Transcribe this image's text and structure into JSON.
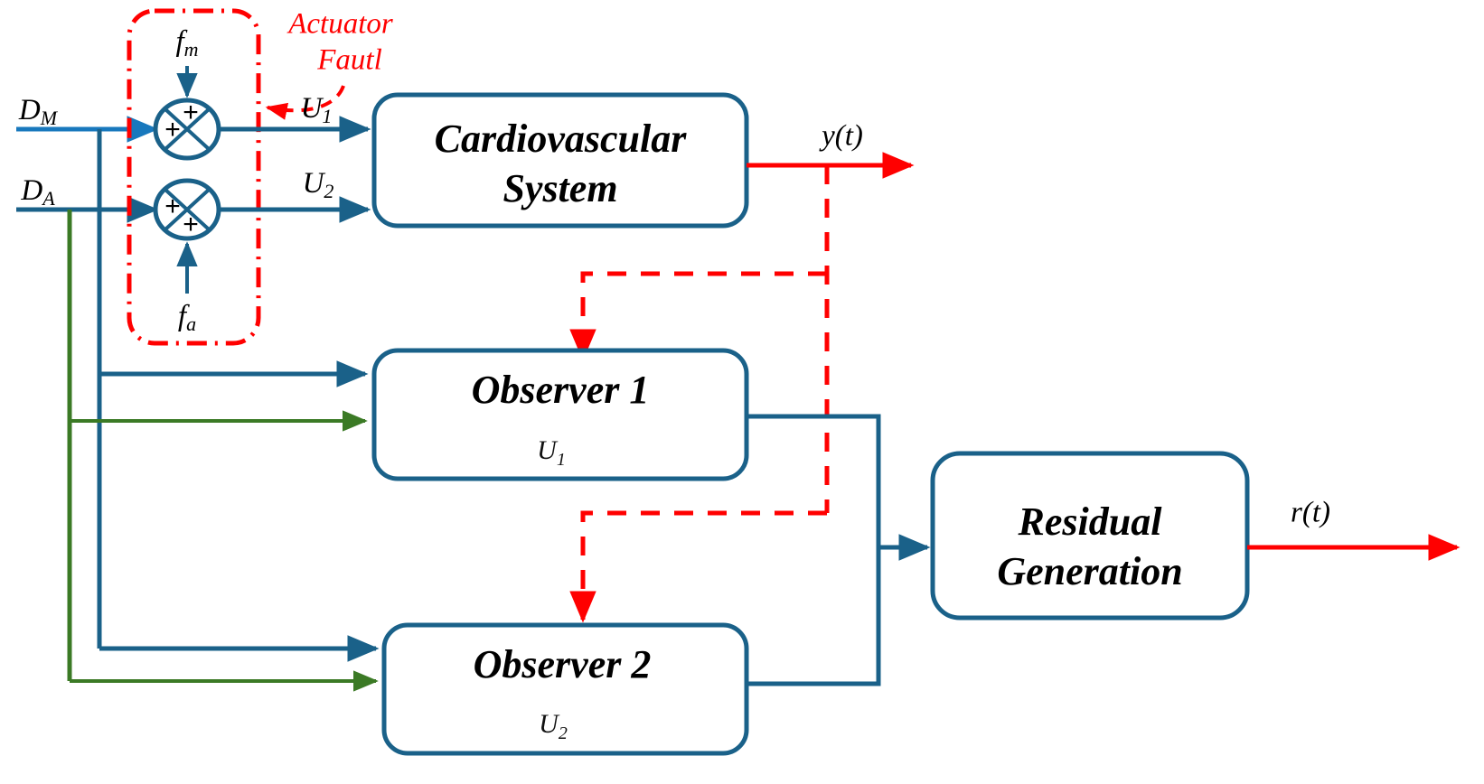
{
  "diagram": {
    "title": "Cardiovascular System Fault Detection Block Diagram",
    "colors": {
      "box_border": "#1a6189",
      "teal_signal": "#1a6189",
      "blue_signal": "#1878bd",
      "green_signal": "#3b7a25",
      "red_signal": "#ff0000",
      "text": "#000000",
      "background": "#ffffff"
    }
  },
  "blocks": [
    {
      "id": "cardiovascular",
      "line1": "Cardiovascular",
      "line2": "System",
      "sub": ""
    },
    {
      "id": "observer1",
      "line1": "Observer 1",
      "line2": "",
      "sub": "U"
    },
    {
      "id": "observer1_sub_index",
      "value": "1"
    },
    {
      "id": "observer2",
      "line1": "Observer 2",
      "line2": "",
      "sub": "U"
    },
    {
      "id": "observer2_sub_index",
      "value": "2"
    },
    {
      "id": "residual",
      "line1": "Residual",
      "line2": "Generation",
      "sub": ""
    }
  ],
  "labels": {
    "cardiovascular_line1": "Cardiovascular",
    "cardiovascular_line2": "System",
    "observer1": "Observer 1",
    "observer1_sub": "U",
    "observer1_sub_idx": "1",
    "observer2": "Observer 2",
    "observer2_sub": "U",
    "observer2_sub_idx": "2",
    "residual_line1": "Residual",
    "residual_line2": "Generation"
  },
  "signals": {
    "input_dm": "D",
    "input_dm_sub": "M",
    "input_da": "D",
    "input_da_sub": "A",
    "u1": "U",
    "u1_sub": "1",
    "u2": "U",
    "u2_sub": "2",
    "fm": "f",
    "fm_sub": "m",
    "fa": "f",
    "fa_sub": "a",
    "output_y": "y(t)",
    "output_r": "r(t)"
  },
  "annotations": {
    "actuator_fault_line1": "Actuator",
    "actuator_fault_line2": "Fautl"
  },
  "sum_junctions": [
    {
      "id": "sum-1",
      "signs": [
        "+",
        "+"
      ]
    },
    {
      "id": "sum-2",
      "signs": [
        "+",
        "+"
      ]
    }
  ]
}
